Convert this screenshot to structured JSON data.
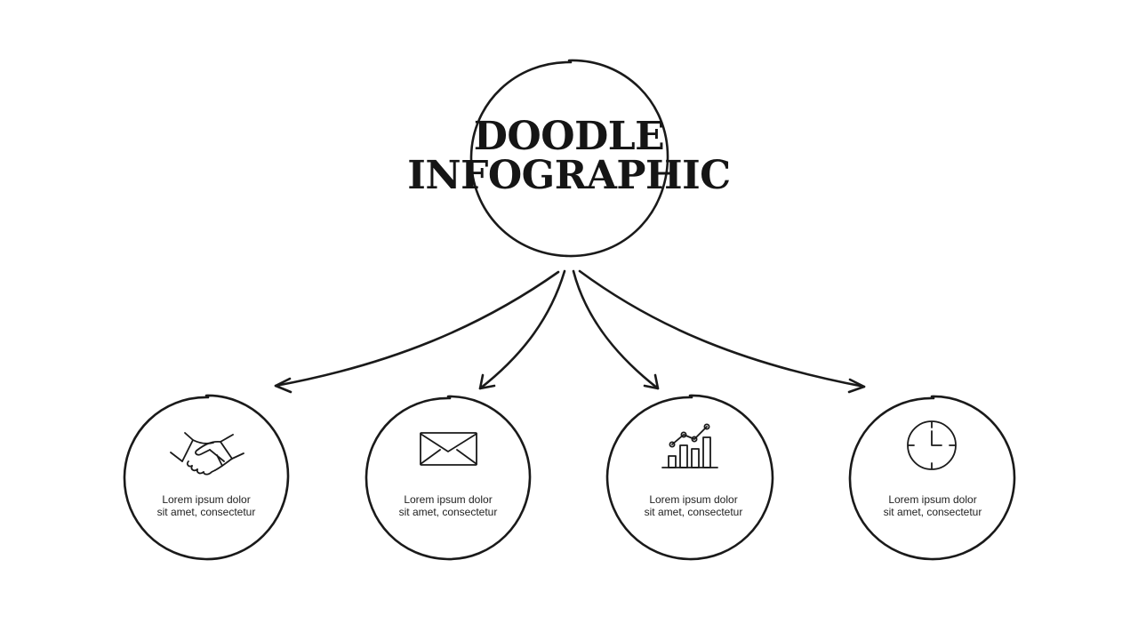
{
  "title": {
    "line1": "DOODLE",
    "line2": "INFOGRAPHIC"
  },
  "items": [
    {
      "icon": "handshake-icon",
      "line1": "Lorem ipsum dolor",
      "line2": "sit amet, consectetur"
    },
    {
      "icon": "envelope-icon",
      "line1": "Lorem ipsum dolor",
      "line2": "sit amet, consectetur"
    },
    {
      "icon": "bar-chart-icon",
      "line1": "Lorem ipsum dolor",
      "line2": "sit amet, consectetur"
    },
    {
      "icon": "clock-icon",
      "line1": "Lorem ipsum dolor",
      "line2": "sit amet, consectetur"
    }
  ],
  "colors": {
    "ink": "#1a1a1a",
    "background": "#ffffff"
  }
}
